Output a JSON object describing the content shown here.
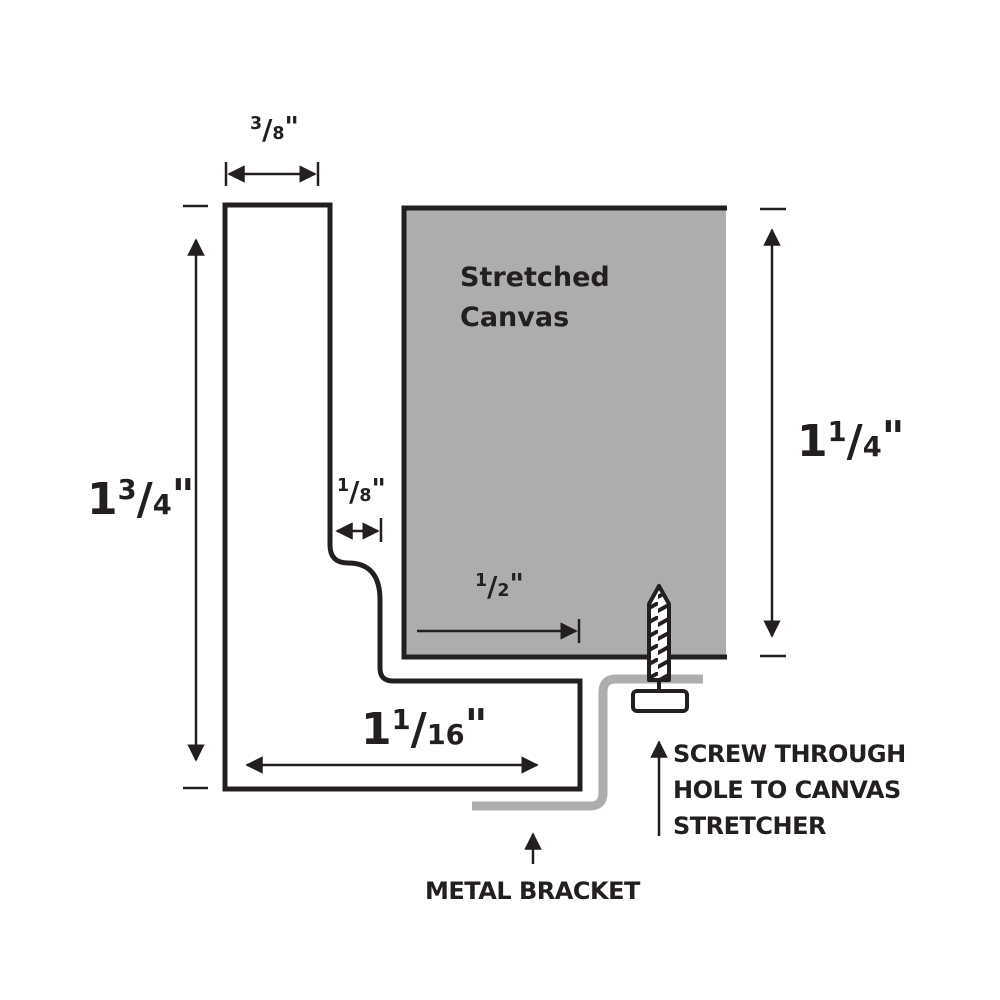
{
  "colors": {
    "outline": "#231f20",
    "canvas_fill": "#adadad",
    "bracket": "#adadad"
  },
  "dimensions": {
    "top_width": {
      "whole": "",
      "numerator": "3",
      "denominator": "8",
      "unit": "\""
    },
    "total_height": {
      "whole": "1",
      "numerator": "3",
      "denominator": "4",
      "unit": "\""
    },
    "gap": {
      "whole": "",
      "numerator": "1",
      "denominator": "8",
      "unit": "\""
    },
    "lip": {
      "whole": "",
      "numerator": "1",
      "denominator": "2",
      "unit": "\""
    },
    "canvas_depth": {
      "whole": "1",
      "numerator": "1",
      "denominator": "4",
      "unit": "\""
    },
    "bottom_width": {
      "whole": "1",
      "numerator": "1",
      "denominator": "16",
      "unit": "\""
    }
  },
  "labels": {
    "canvas_line1": "Stretched",
    "canvas_line2": "Canvas",
    "screw_line1": "SCREW THROUGH",
    "screw_line2": "HOLE TO CANVAS",
    "screw_line3": "STRETCHER",
    "bracket": "METAL BRACKET"
  }
}
